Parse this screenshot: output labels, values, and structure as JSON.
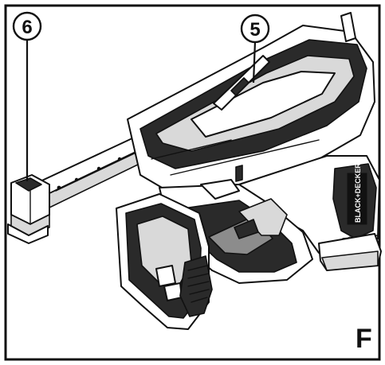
{
  "figure": {
    "panel_letter": "F",
    "callouts": [
      {
        "label": "6"
      },
      {
        "label": "5"
      }
    ],
    "brand_text": "BLACK+DECKER"
  }
}
